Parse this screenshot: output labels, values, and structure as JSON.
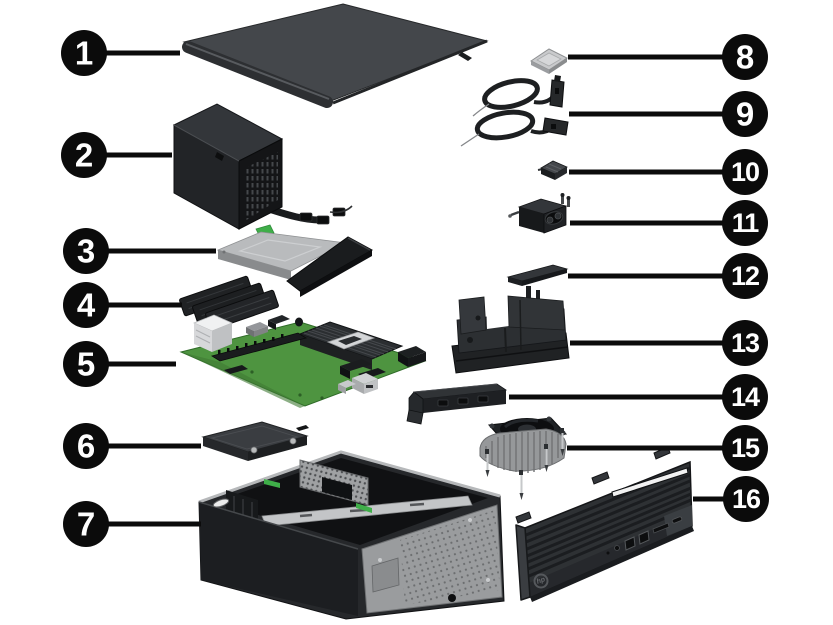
{
  "figure": {
    "logo_text": "hp",
    "colors": {
      "background": "#ffffff",
      "callout_fill": "#0b0b0b",
      "callout_text": "#ffffff",
      "leader_line": "#0b0b0b",
      "pcb_green": "#4e9440",
      "clip_green": "#3fae49",
      "metal_silver": "#9a9c9e"
    },
    "callouts": [
      {
        "number": "1",
        "part": "access-panel"
      },
      {
        "number": "2",
        "part": "power-supply"
      },
      {
        "number": "3",
        "part": "optical-drive"
      },
      {
        "number": "4",
        "part": "memory-modules"
      },
      {
        "number": "5",
        "part": "system-board"
      },
      {
        "number": "6",
        "part": "solid-state-drive"
      },
      {
        "number": "7",
        "part": "chassis"
      },
      {
        "number": "8",
        "part": "wlan-module"
      },
      {
        "number": "9",
        "part": "antenna-cables"
      },
      {
        "number": "10",
        "part": "sensor-module"
      },
      {
        "number": "11",
        "part": "speaker"
      },
      {
        "number": "12",
        "part": "drive-blank"
      },
      {
        "number": "13",
        "part": "fan-shroud"
      },
      {
        "number": "14",
        "part": "drive-bracket"
      },
      {
        "number": "15",
        "part": "heat-sink-fan"
      },
      {
        "number": "16",
        "part": "front-bezel"
      }
    ]
  }
}
